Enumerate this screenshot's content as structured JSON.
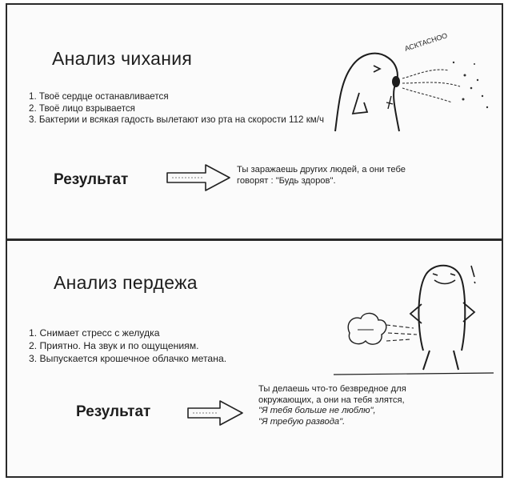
{
  "sneeze": {
    "title": "Анализ чихания",
    "points": [
      "1. Твоё сердце останавливается",
      "2. Твоё лицо взрывается",
      "3. Бактерии и всякая  гадость вылетают изо рта на скорости 112 км/ч"
    ],
    "result_label": "Результат",
    "result_lines": [
      "Ты заражаешь других людей, а они тебе",
      "говорят : \"Будь здоров\"."
    ],
    "sound": "АСКТАСНОО"
  },
  "fart": {
    "title": "Анализ пердежа",
    "points": [
      "1. Снимает стресс с желудка",
      "2. Приятно. На звук и по ощущениям.",
      "3. Выпускается крошечное облачко метана."
    ],
    "result_label": "Результат",
    "result_lines": [
      "Ты делаешь что-то безвредное для",
      "окружающих, а они на тебя злятся,"
    ],
    "result_quotes": [
      "\"Я тебя больше не люблю\",",
      "\"Я требую развода\"."
    ]
  }
}
